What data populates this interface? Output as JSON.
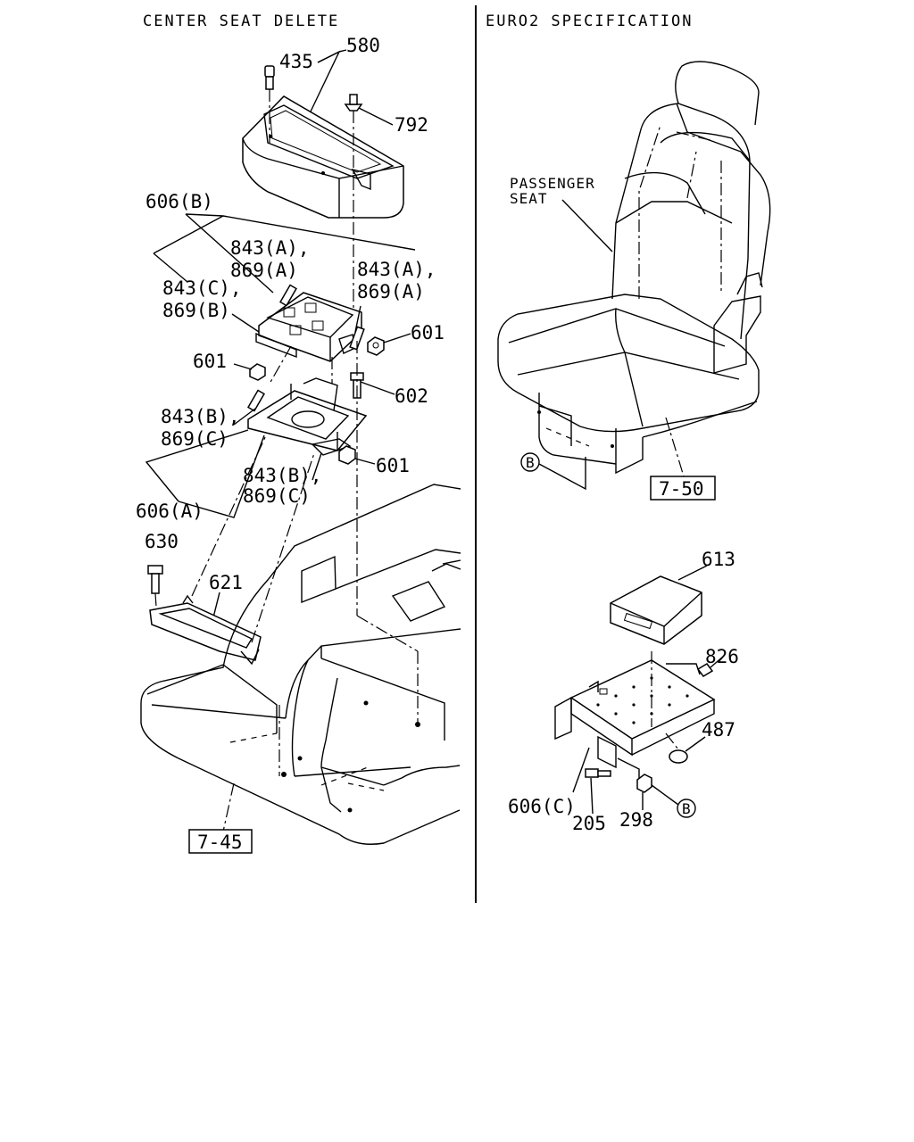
{
  "panels": {
    "left_title": "CENTER SEAT DELETE",
    "right_title": "EURO2 SPECIFICATION"
  },
  "left_labels": {
    "l580": "580",
    "l435": "435",
    "l792": "792",
    "l606b": "606(B)",
    "l843a_1": "843(A),",
    "l869a_1": "869(A)",
    "l843a_2": "843(A),",
    "l869a_2": "869(A)",
    "l843c": "843(C),",
    "l869b": "869(B)",
    "l601_a": "601",
    "l601_b": "601",
    "l602": "602",
    "l843b_1": "843(B),",
    "l869c_1": "869(C)",
    "l601_c": "601",
    "l843b_2": "843(B),",
    "l869c_2": "869(C)",
    "l606a": "606(A)",
    "l630": "630",
    "l621": "621",
    "ref745": "7-45"
  },
  "right_labels": {
    "passenger_line1": "PASSENGER",
    "passenger_line2": "SEAT",
    "b_marker_1": "B",
    "ref750": "7-50",
    "l613": "613",
    "l826": "826",
    "l487": "487",
    "l606c": "606(C)",
    "l205": "205",
    "l298": "298",
    "b_marker_2": "B"
  }
}
